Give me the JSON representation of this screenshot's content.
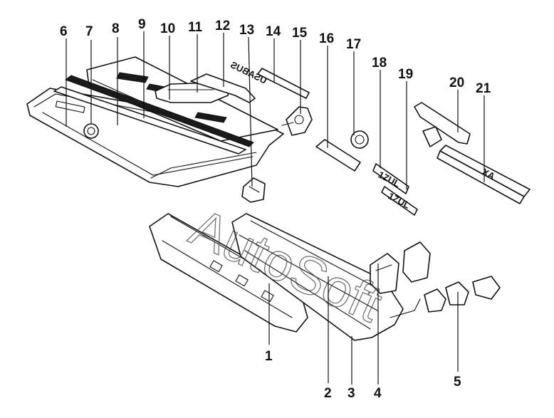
{
  "watermark": "AutoSoft",
  "badges": {
    "b14": "USABUS",
    "b18": "1ZUL",
    "b19": "1ZUL",
    "b21": "XA"
  },
  "callouts": [
    "1",
    "2",
    "3",
    "4",
    "5",
    "6",
    "7",
    "8",
    "9",
    "10",
    "11",
    "12",
    "13",
    "14",
    "15",
    "16",
    "17",
    "18",
    "19",
    "20",
    "21"
  ]
}
